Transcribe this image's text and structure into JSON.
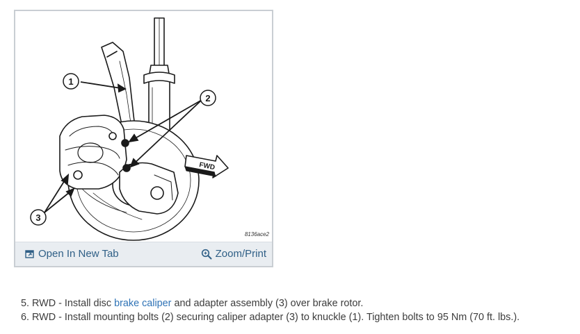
{
  "figure": {
    "image_code": "8136ace2",
    "callouts": {
      "one": "1",
      "two": "2",
      "three": "3"
    },
    "direction_label": "FWD",
    "toolbar": {
      "open_label": "Open In New Tab",
      "zoom_label": "Zoom/Print"
    },
    "icons": {
      "open": "open-new-tab-icon",
      "zoom": "magnifier-icon"
    },
    "colors": {
      "link": "#2f5f86",
      "bar": "#e9edf1",
      "border": "#c9ced3"
    }
  },
  "steps": [
    {
      "prefix": "5. RWD - Install disc ",
      "link": "brake caliper",
      "suffix": " and adapter assembly (3) over brake rotor."
    },
    {
      "text": "6. RWD - Install mounting bolts (2) securing caliper adapter (3) to knuckle (1). Tighten bolts to 95 Nm (70 ft. lbs.)."
    }
  ],
  "colors": {
    "text": "#3c3c3c",
    "link": "#2f73b6"
  }
}
